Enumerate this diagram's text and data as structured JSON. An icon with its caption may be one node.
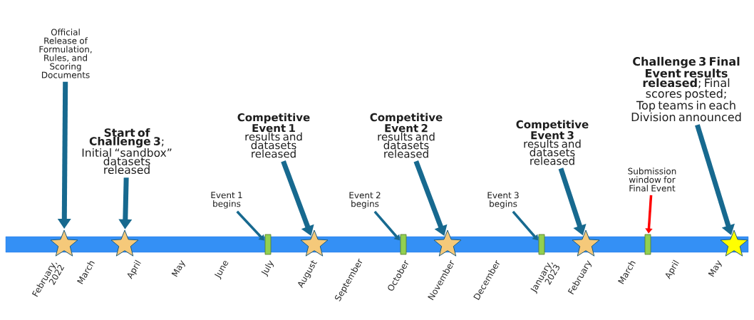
{
  "diagram": {
    "nodes": [
      {
        "text": [
          "Official Release of Formulation, Rules, and Scoring Documents"
        ]
      },
      {
        "text": [
          "**Start of Challenge 3**; Initial “sandbox” datasets released"
        ]
      },
      {
        "text": [
          "**Competitive Event 1** results and datasets released"
        ]
      },
      {
        "text": [
          "Event 1 begins"
        ]
      },
      {
        "text": [
          "**Competitive Event 2** results and datasets released"
        ]
      },
      {
        "text": [
          "Event 2 begins"
        ]
      },
      {
        "text": [
          "**Competitive Event 3** results and datasets released"
        ]
      },
      {
        "text": [
          "Event 3 begins"
        ]
      },
      {
        "text": [
          "Submission window for Final Event"
        ]
      },
      {
        "text": [
          "**Challenge 3 Final Event results released**; Final scores posted; Top teams in each Division announced"
        ]
      },
      {
        "text": [],
        "shape": "star"
      },
      {
        "text": [],
        "shape": "star"
      },
      {
        "text": [],
        "shape": "bar"
      },
      {
        "text": [],
        "shape": "star"
      },
      {
        "text": [],
        "shape": "bar"
      },
      {
        "text": [],
        "shape": "star"
      },
      {
        "text": [],
        "shape": "bar"
      },
      {
        "text": [],
        "shape": "star"
      },
      {
        "text": [],
        "shape": "bar"
      },
      {
        "text": [],
        "shape": "star"
      },
      {
        "text": [],
        "shape": "band"
      }
    ],
    "edges": [
      {
        "from": 0,
        "to": 10,
        "arrow": "to"
      },
      {
        "from": 1,
        "to": 11,
        "arrow": "to"
      },
      {
        "from": 3,
        "to": 12,
        "arrow": "to"
      },
      {
        "from": 2,
        "to": 13,
        "arrow": "to"
      },
      {
        "from": 5,
        "to": 14,
        "arrow": "to"
      },
      {
        "from": 4,
        "to": 15,
        "arrow": "to"
      },
      {
        "from": 7,
        "to": 16,
        "arrow": "to"
      },
      {
        "from": 6,
        "to": 17,
        "arrow": "to"
      },
      {
        "from": 8,
        "to": 18,
        "arrow": "to",
        "color": "#ff0000"
      },
      {
        "from": 9,
        "to": 19,
        "arrow": "to"
      }
    ],
    "labels": [
      "February, 2022",
      "March",
      "April",
      "May",
      "June",
      "July",
      "August",
      "September",
      "October",
      "November",
      "December",
      "January, 2023",
      "February",
      "March",
      "April",
      "May"
    ]
  }
}
